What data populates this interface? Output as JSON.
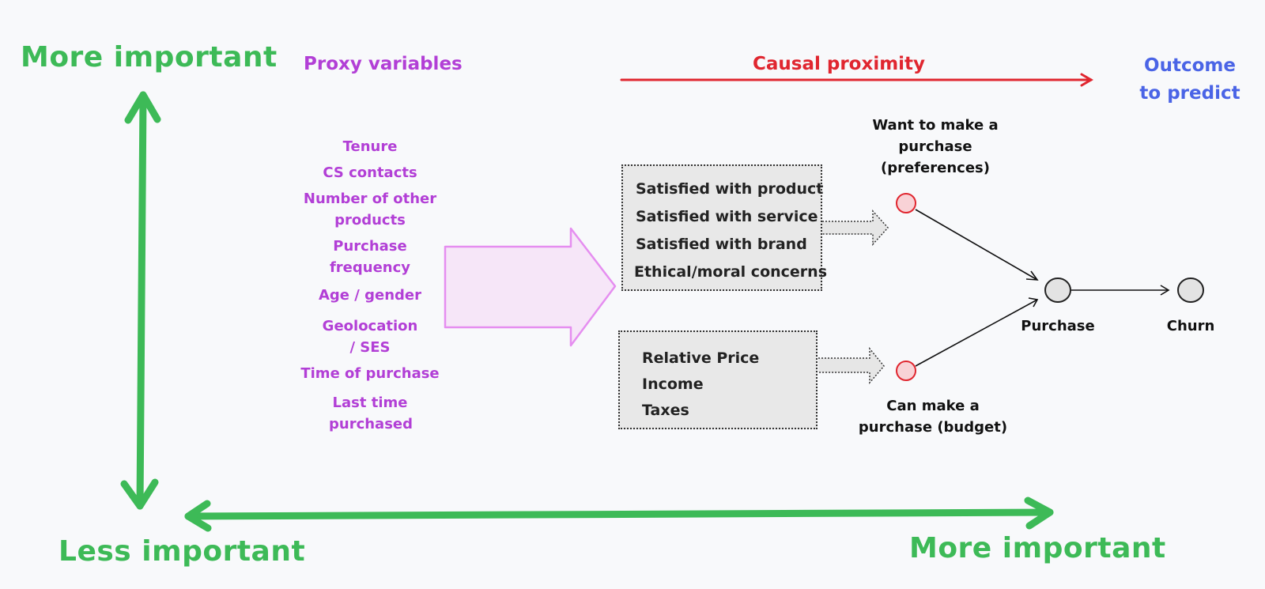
{
  "axes": {
    "y_top_label": "More important",
    "y_bottom_label": "Less important",
    "x_right_label": "More important"
  },
  "headers": {
    "proxy": "Proxy variables",
    "causal": "Causal proximity",
    "outcome_line1": "Outcome",
    "outcome_line2": "to predict"
  },
  "proxy_variables": [
    "Tenure",
    "CS contacts",
    "Number of other products",
    "Purchase frequency",
    "Age / gender",
    "Geolocation / SES",
    "Time of purchase",
    "Last time purchased"
  ],
  "preferences_box": [
    "Satisfied with product",
    "Satisfied with service",
    "Satisfied with brand",
    "Ethical/moral concerns"
  ],
  "budget_box": [
    "Relative Price",
    "Income",
    "Taxes"
  ],
  "nodes": {
    "want": "Want to make a purchase (preferences)",
    "can": "Can make a purchase (budget)",
    "purchase": "Purchase",
    "churn": "Churn"
  },
  "colors": {
    "green": "#3dba57",
    "purple": "#b23fd6",
    "red": "#e0262f",
    "blue": "#4a64e6",
    "pink_fill": "#f6e6f8",
    "node_red_fill": "#f8d2d6",
    "node_gray_fill": "#e3e3e3"
  }
}
